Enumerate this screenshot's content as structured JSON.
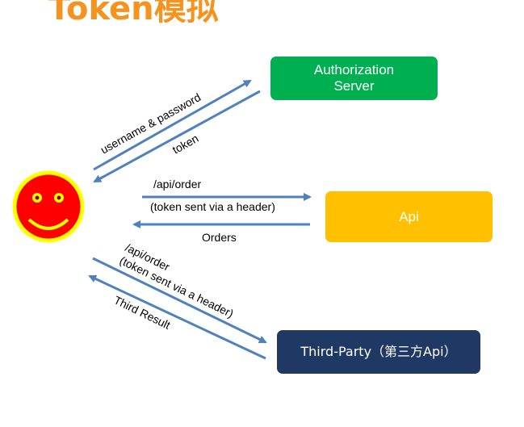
{
  "title": "Token模拟",
  "boxes": {
    "authorization_server": "Authorization\nServer",
    "api": "Api",
    "third_party": "Third-Party（第三方Api）"
  },
  "labels": {
    "username_password": "username & password",
    "token": "token",
    "api_order_1": "/api/order",
    "token_header_1": "(token sent via a header)",
    "orders": "Orders",
    "api_order_2": "/api/order",
    "token_header_2": "(token sent via a header)",
    "third_result": "Third Result"
  },
  "colors": {
    "title": "#f5931e",
    "auth_box": "#00b050",
    "api_box": "#ffc000",
    "third_box": "#1f3864",
    "arrow": "#4f81bd",
    "face": "#ff0000",
    "face_border": "#ffff00"
  },
  "icons": {
    "user": "smiley-face-icon"
  }
}
